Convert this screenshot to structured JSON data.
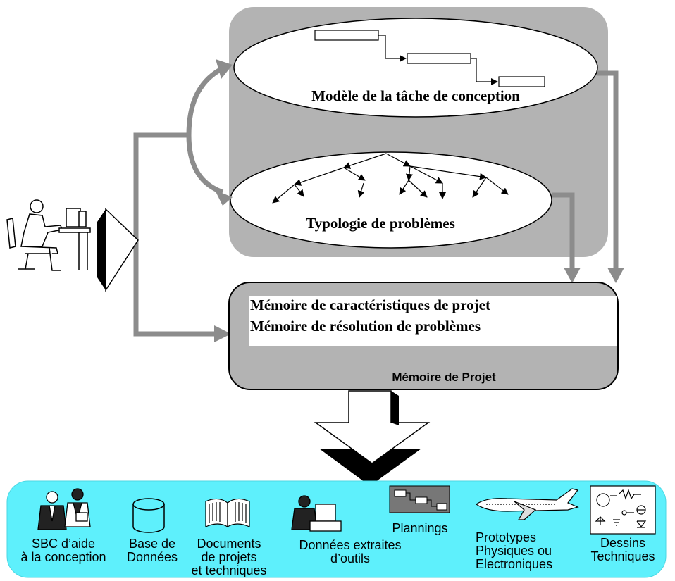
{
  "labels": {
    "task_model": "Modèle de la tâche de conception",
    "problem_typology": "Typologie de problèmes",
    "memory_line1": "Mémoire de caractéristiques de projet",
    "memory_line2": "Mémoire de résolution de problèmes",
    "project_memory": "Mémoire de Projet"
  },
  "sources": [
    {
      "id": "sbc",
      "icon": "two-people-icon",
      "lines": [
        "SBC d’aide",
        "à la conception"
      ]
    },
    {
      "id": "database",
      "icon": "database-cylinder-icon",
      "lines": [
        "Base de",
        "Données"
      ]
    },
    {
      "id": "documents",
      "icon": "open-book-icon",
      "lines": [
        "Documents",
        "de projets",
        "et techniques"
      ]
    },
    {
      "id": "tool-data",
      "icon": "person-computer-icon",
      "lines": [
        "Données extraites",
        "d’outils"
      ]
    },
    {
      "id": "plannings",
      "icon": "gantt-chart-icon",
      "lines": [
        "Plannings"
      ]
    },
    {
      "id": "prototypes",
      "icon": "airplane-icon",
      "lines": [
        "Prototypes",
        "Physiques ou",
        "Electroniques"
      ]
    },
    {
      "id": "drawings",
      "icon": "circuit-schematic-icon",
      "lines": [
        "Dessins",
        "Techniques"
      ]
    }
  ],
  "colors": {
    "grey_panel": "#b3b3b3",
    "arrow_grey": "#8c8c8c",
    "cyan_band": "#5ef0fc",
    "stroke": "#000000"
  }
}
